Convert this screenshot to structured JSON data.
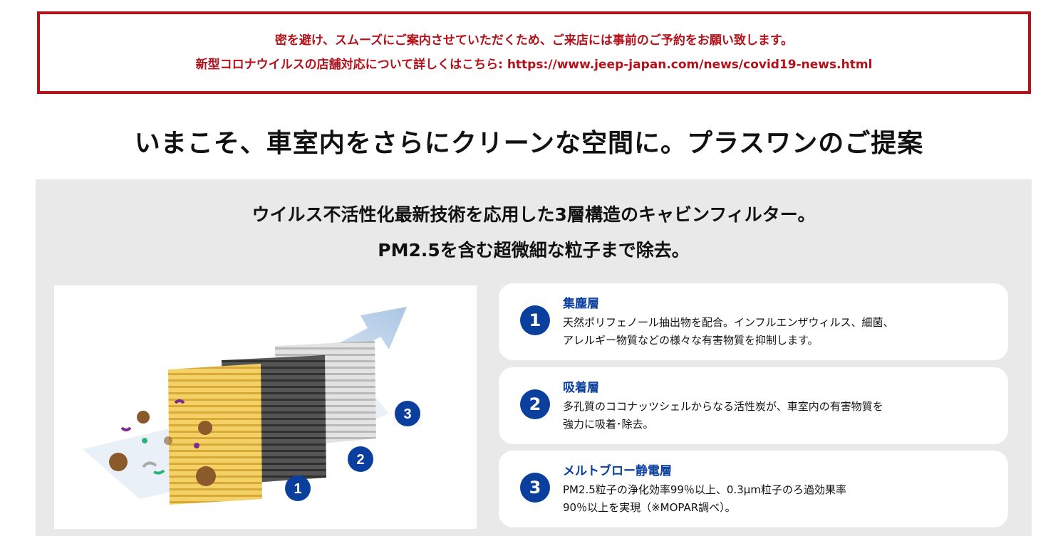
{
  "notice": {
    "line1": "密を避け、スムーズにご案内させていただくため、ご来店には事前のご予約をお願い致します。",
    "line2": "新型コロナウイルスの店舗対応について詳しくはこちら: https://www.jeep-japan.com/news/covid19-news.html"
  },
  "headline": "いまこそ、車室内をさらにクリーンな空間に。プラスワンのご提案",
  "subheading": {
    "line1": "ウイルス不活性化最新技術を応用した3層構造のキャビンフィルター。",
    "line2": "PM2.5を含む超微細な粒子まで除去。"
  },
  "illustration": {
    "labels": [
      "1",
      "2",
      "3"
    ],
    "colors": {
      "layer1": "#f1cd5a",
      "layer2": "#4a4a4a",
      "layer3": "#cfcfcf",
      "arrow": "#b7cfe6",
      "virus": "#8a5a2b"
    }
  },
  "layers": [
    {
      "number": "1",
      "title": "集塵層",
      "desc_line1": "天然ポリフェノール抽出物を配合。インフルエンザウィルス、細菌、",
      "desc_line2": "アレルギー物質などの様々な有害物質を抑制します。"
    },
    {
      "number": "2",
      "title": "吸着層",
      "desc_line1": "多孔質のココナッツシェルからなる活性炭が、車室内の有害物質を",
      "desc_line2": "強力に吸着･除去。"
    },
    {
      "number": "3",
      "title": "メルトブロー静電層",
      "desc_line1": "PM2.5粒子の浄化効率99％以上、0.3μm粒子のろ過効果率",
      "desc_line2": "90％以上を実現（※MOPAR調べ）。"
    }
  ],
  "colors": {
    "notice_red": "#b3121b",
    "brand_blue": "#0b3f9e",
    "panel_gray": "#e9e9e9"
  }
}
